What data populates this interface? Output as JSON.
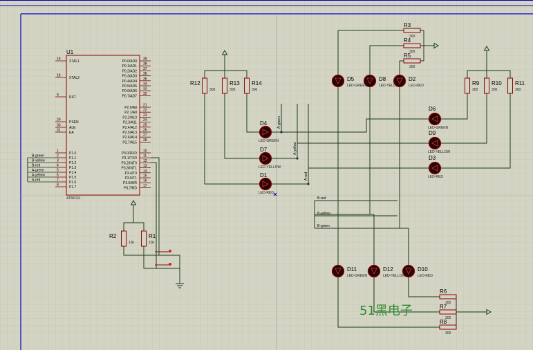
{
  "mcu": {
    "ref": "U1",
    "part": "AT89C51",
    "left_pins": [
      {
        "num": "19",
        "name": "XTAL1"
      },
      {
        "num": "18",
        "name": "XTAL2"
      },
      {
        "num": "9",
        "name": "RST"
      },
      {
        "num": "29",
        "name": "PSEN"
      },
      {
        "num": "30",
        "name": "ALE"
      },
      {
        "num": "31",
        "name": "EA"
      },
      {
        "num": "1",
        "name": "P1.0"
      },
      {
        "num": "2",
        "name": "P1.1"
      },
      {
        "num": "3",
        "name": "P1.2"
      },
      {
        "num": "4",
        "name": "P1.3"
      },
      {
        "num": "5",
        "name": "P1.4"
      },
      {
        "num": "6",
        "name": "P1.5"
      },
      {
        "num": "7",
        "name": "P1.6"
      },
      {
        "num": "8",
        "name": "P1.7"
      }
    ],
    "right_pins": [
      {
        "num": "39",
        "name": "P0.0/AD0"
      },
      {
        "num": "38",
        "name": "P0.1/AD1"
      },
      {
        "num": "37",
        "name": "P0.2/AD2"
      },
      {
        "num": "36",
        "name": "P0.3/AD3"
      },
      {
        "num": "35",
        "name": "P0.4/AD4"
      },
      {
        "num": "34",
        "name": "P0.5/AD5"
      },
      {
        "num": "33",
        "name": "P0.6/AD6"
      },
      {
        "num": "32",
        "name": "P0.7/AD7"
      },
      {
        "num": "21",
        "name": "P2.0/A8"
      },
      {
        "num": "22",
        "name": "P2.1/A9"
      },
      {
        "num": "23",
        "name": "P2.2/A10"
      },
      {
        "num": "24",
        "name": "P2.3/A11"
      },
      {
        "num": "25",
        "name": "P2.4/A12"
      },
      {
        "num": "26",
        "name": "P2.5/A13"
      },
      {
        "num": "27",
        "name": "P2.6/A14"
      },
      {
        "num": "28",
        "name": "P2.7/A15"
      },
      {
        "num": "10",
        "name": "P3.0/RXD"
      },
      {
        "num": "11",
        "name": "P3.1/TXD"
      },
      {
        "num": "12",
        "name": "P3.2/INT0"
      },
      {
        "num": "13",
        "name": "P3.3/INT1"
      },
      {
        "num": "14",
        "name": "P3.4/T0"
      },
      {
        "num": "15",
        "name": "P3.5/T1"
      },
      {
        "num": "16",
        "name": "P3.6/WR"
      },
      {
        "num": "17",
        "name": "P3.7/RD"
      }
    ],
    "p1_nets": [
      "B-green",
      "B-yellow",
      "B-red",
      "A-green",
      "A-yellow",
      "A-red"
    ]
  },
  "resistors": {
    "R1": {
      "ref": "R1",
      "value": "10k"
    },
    "R2": {
      "ref": "R2",
      "value": "10k"
    },
    "R3": {
      "ref": "R3",
      "value": "300"
    },
    "R4": {
      "ref": "R4",
      "value": "300"
    },
    "R5": {
      "ref": "R5",
      "value": "300"
    },
    "R6": {
      "ref": "R6",
      "value": "300"
    },
    "R7": {
      "ref": "R7",
      "value": "300"
    },
    "R8": {
      "ref": "R8",
      "value": "300"
    },
    "R9": {
      "ref": "R9",
      "value": "300"
    },
    "R10": {
      "ref": "R10",
      "value": "300"
    },
    "R11": {
      "ref": "R11",
      "value": "300"
    },
    "R12": {
      "ref": "R12",
      "value": "300"
    },
    "R13": {
      "ref": "R13",
      "value": "300"
    },
    "R14": {
      "ref": "R14",
      "value": "300"
    }
  },
  "leds": {
    "D1": {
      "ref": "D1",
      "type": "LED-RED"
    },
    "D2": {
      "ref": "D2",
      "type": "LED-RED"
    },
    "D3": {
      "ref": "D3",
      "type": "LED-RED"
    },
    "D4": {
      "ref": "D4",
      "type": "LED-GREEN"
    },
    "D5": {
      "ref": "D5",
      "type": "LED-GREEN"
    },
    "D6": {
      "ref": "D6",
      "type": "LED-GREEN"
    },
    "D7": {
      "ref": "D7",
      "type": "LED-YELLOW"
    },
    "D8": {
      "ref": "D8",
      "type": "LED-YELLOW"
    },
    "D9": {
      "ref": "D9",
      "type": "LED-YELLOW"
    },
    "D10": {
      "ref": "D10",
      "type": "LED-RED"
    },
    "D11": {
      "ref": "D11",
      "type": "LED-GREEN"
    },
    "D12": {
      "ref": "D12",
      "type": "LED-YELLOW"
    }
  },
  "net_labels": {
    "a_green": "A-green",
    "a_yellow": "A-yellow",
    "a_red": "A-red",
    "b_red": "B-red",
    "b_yellow": "B-yellow",
    "b_green": "B-green"
  },
  "watermark": "51黑电子",
  "colors": {
    "background": "#d4d4c4",
    "grid": "#c2c2b0",
    "wire": "#1a3a1a",
    "component": "#8b0000",
    "led_fill": "#2a0505",
    "border": "#0000aa",
    "watermark": "#2e8b2e"
  }
}
